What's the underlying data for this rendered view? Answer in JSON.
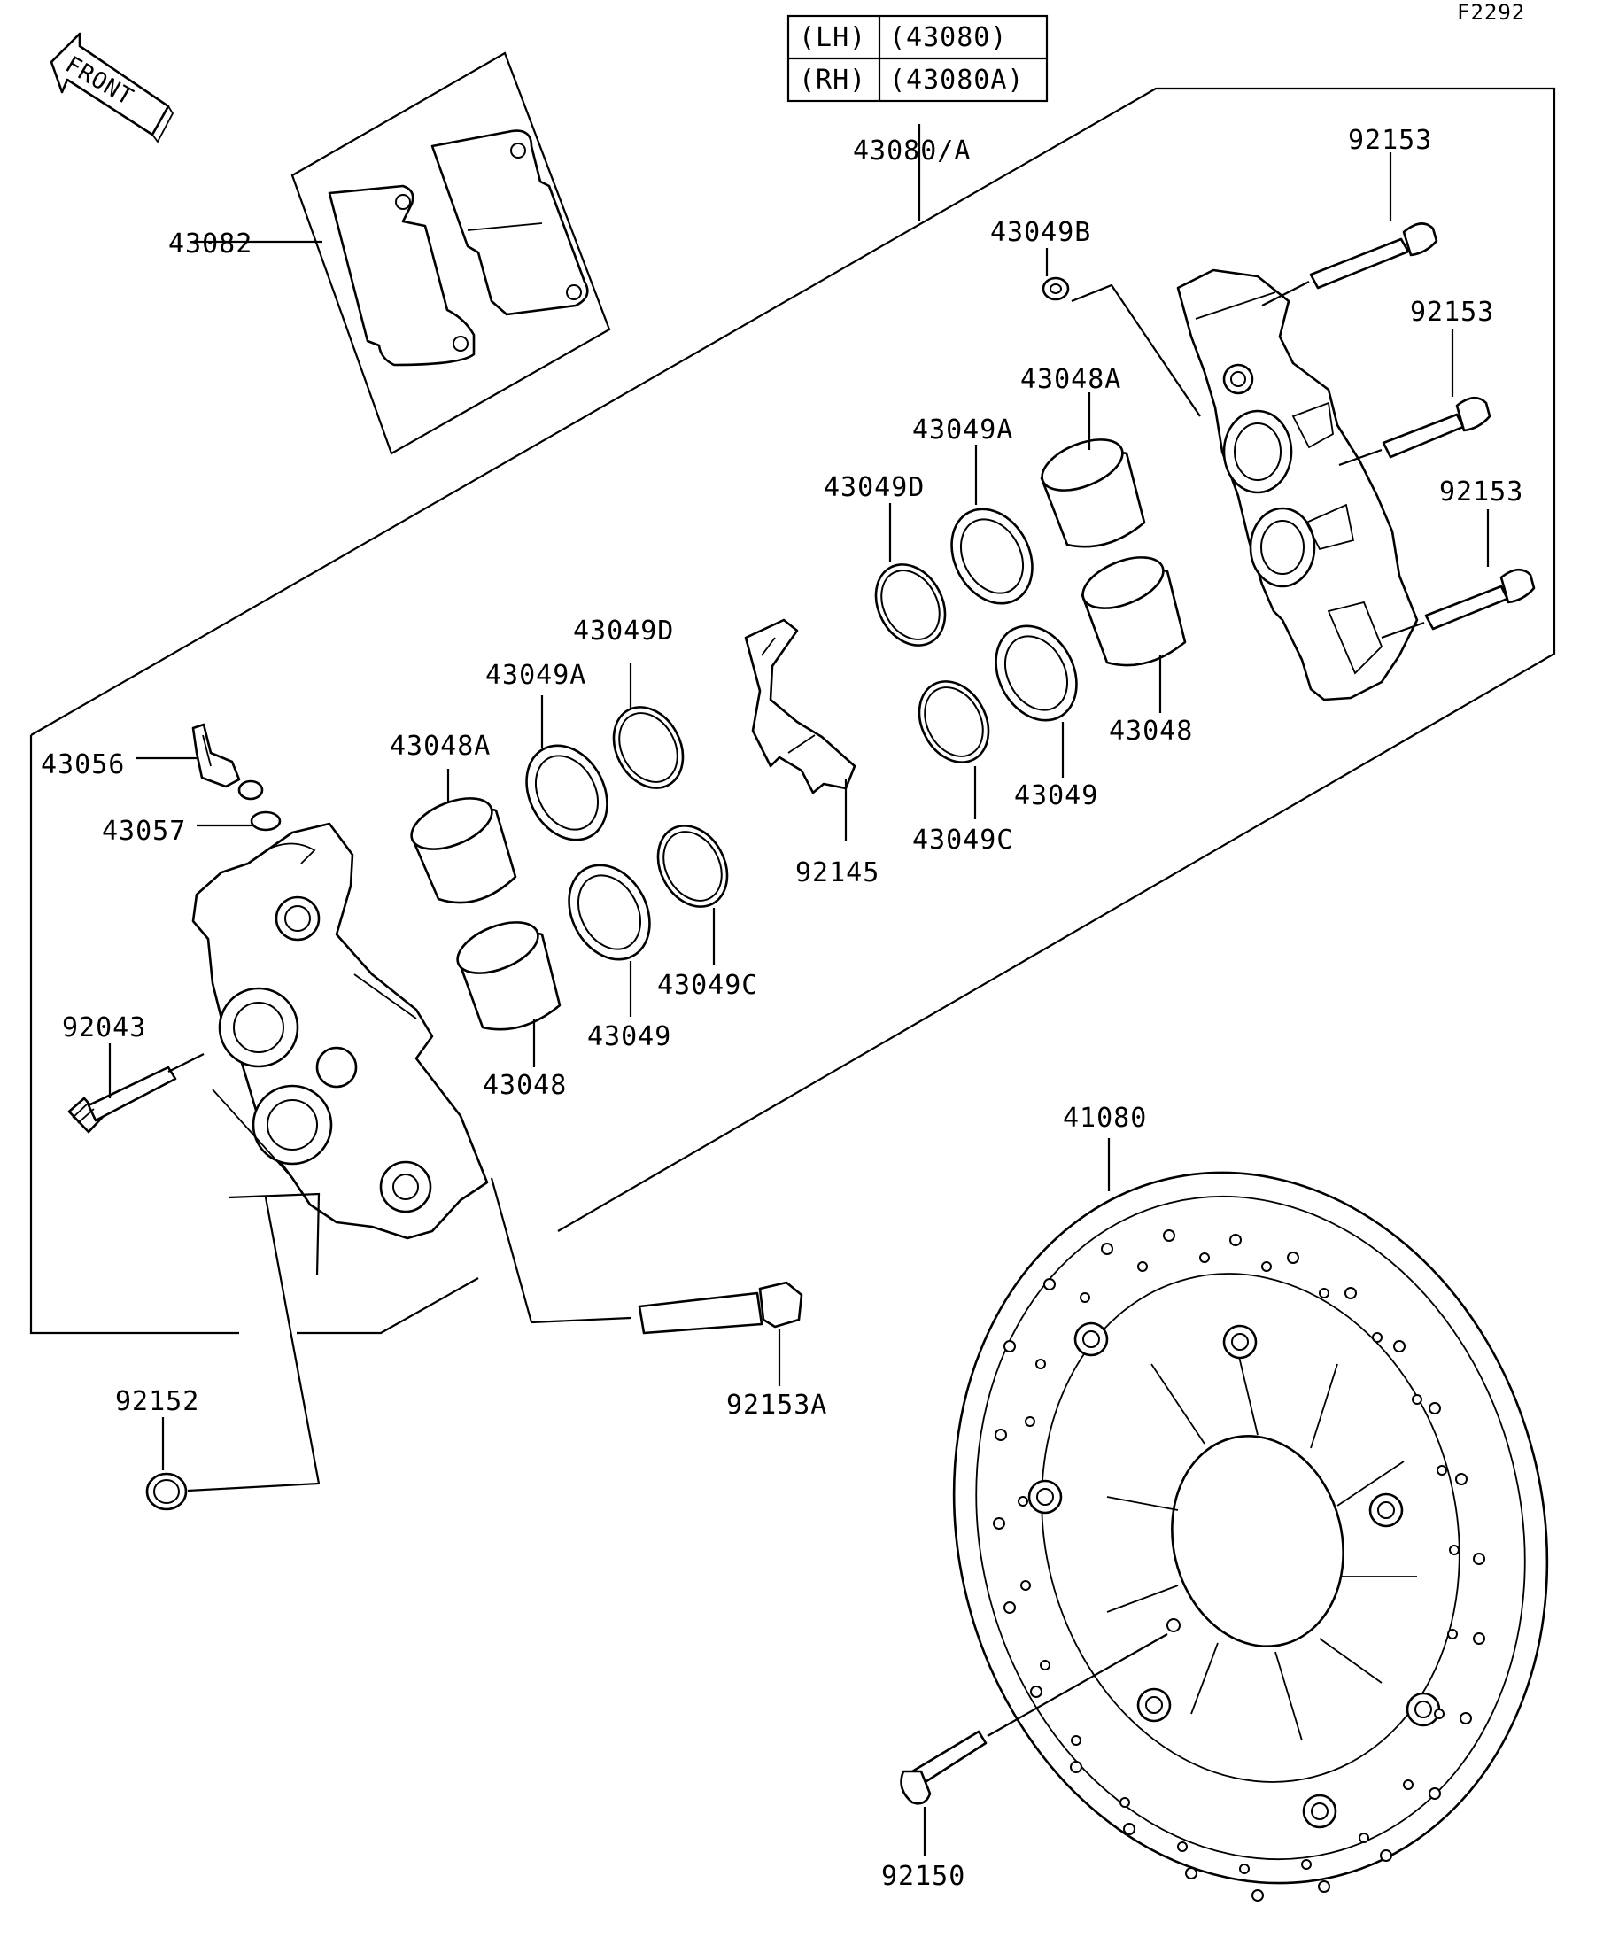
{
  "figure_id": "F2292",
  "front_label": "FRONT",
  "table": [
    {
      "side": "(LH)",
      "part": "(43080)"
    },
    {
      "side": "(RH)",
      "part": "(43080A)"
    }
  ],
  "labels": {
    "caliper_assy": "43080/A",
    "pads": "43082",
    "bleeder": "43056",
    "cap": "43057",
    "pin": "92043",
    "bolt_a": "92153A",
    "cap_bolt": "92152",
    "disc": "41080",
    "disc_bolt": "92150",
    "bolt_1": "92153",
    "bolt_2": "92153",
    "bolt_3": "92153",
    "pad_spring": "92145",
    "bushing_b": "43049B",
    "piston_a_r": "43048A",
    "seal_a_r": "43049A",
    "seal_d_r": "43049D",
    "piston_r": "43048",
    "seal_r": "43049",
    "seal_c_r": "43049C",
    "seal_d_l": "43049D",
    "seal_a_l": "43049A",
    "piston_a_l": "43048A",
    "seal_c_l": "43049C",
    "seal_l": "43049",
    "piston_l": "43048"
  }
}
